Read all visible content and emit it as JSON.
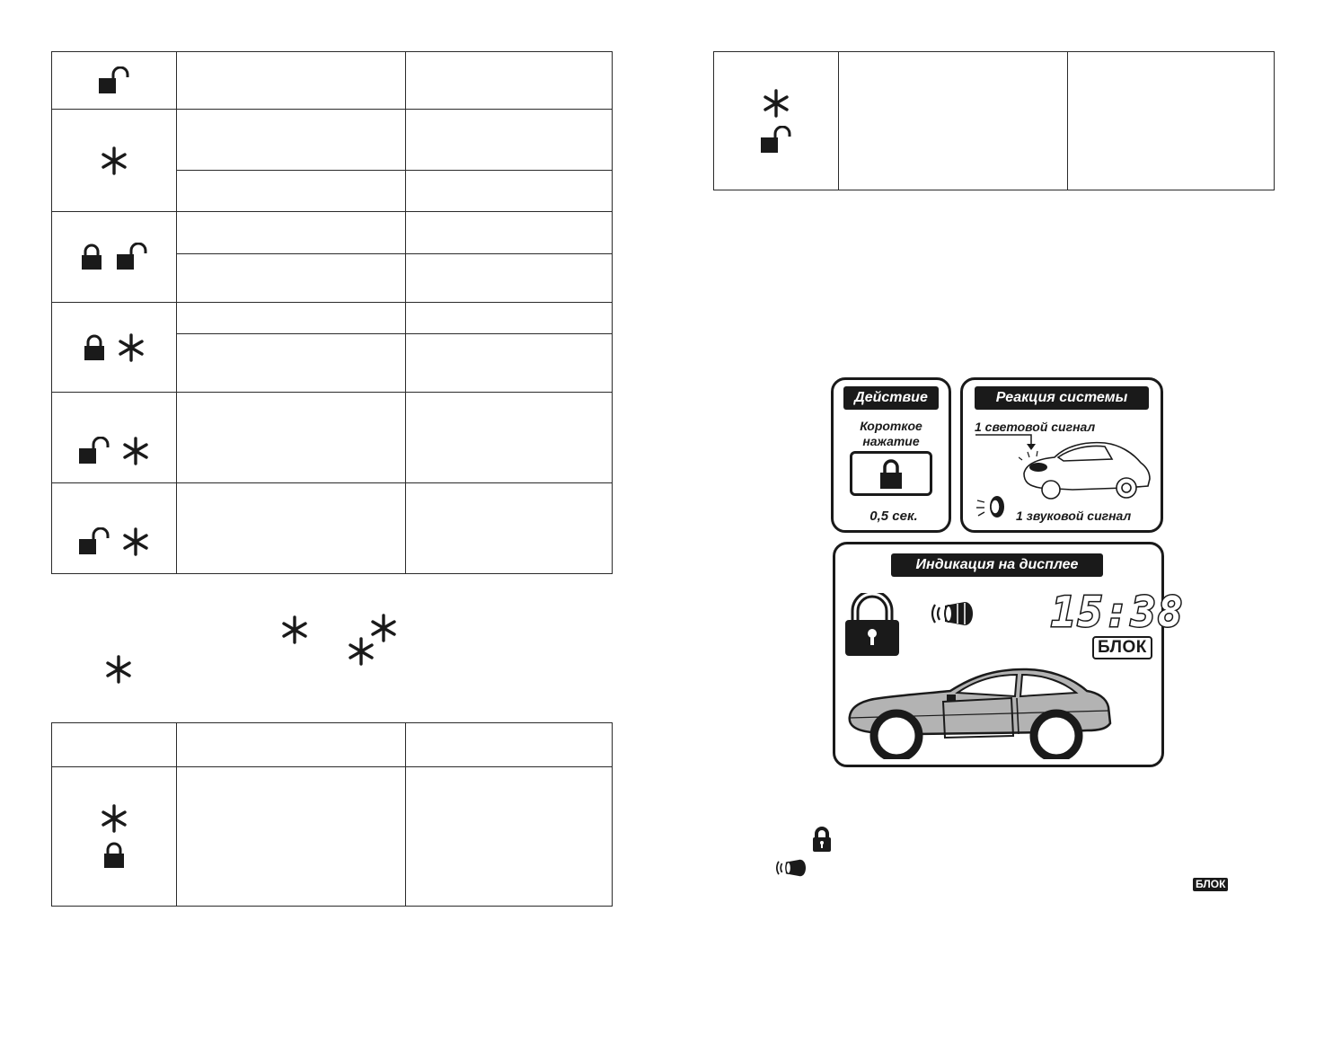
{
  "icons": {
    "lock_closed": "lock-closed-icon",
    "lock_open": "lock-open-icon",
    "asterisk": "asterisk-icon",
    "siren": "siren-icon",
    "car_headlight": "car-icon"
  },
  "diagram": {
    "action_header": "Действие",
    "reaction_header": "Реакция системы",
    "short_press_line1": "Короткое",
    "short_press_line2": "нажатие",
    "duration": "0,5 сек.",
    "light_signal": "1 световой сигнал",
    "sound_signal": "1 звуковой сигнал",
    "display_header": "Индикация на дисплее",
    "clock": "15:38",
    "lock_badge": "БЛОК"
  },
  "footer": {
    "lock_badge": "БЛОК"
  },
  "colors": {
    "ink": "#1a1a1a",
    "car_fill": "#b3b3b3"
  }
}
